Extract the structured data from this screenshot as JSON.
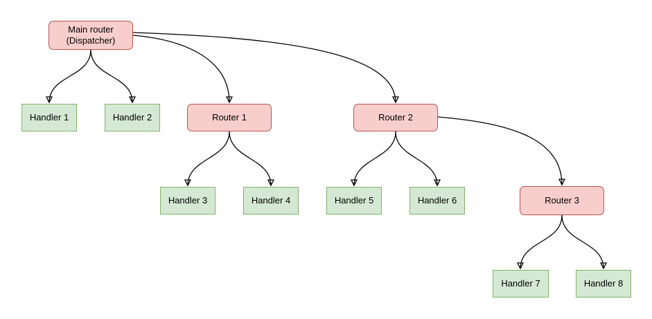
{
  "diagram": {
    "kind": "routing-tree",
    "background": "#ffffff",
    "colors": {
      "router_fill": "#f8cecc",
      "router_border": "#b85450",
      "handler_fill": "#d5e8d4",
      "handler_border": "#82b366",
      "edge": "#000000",
      "text": "#000000"
    },
    "nodes": {
      "main_router": {
        "label": "Main router\n(Dispatcher)",
        "type": "router"
      },
      "handler1": {
        "label": "Handler 1",
        "type": "handler"
      },
      "handler2": {
        "label": "Handler 2",
        "type": "handler"
      },
      "router1": {
        "label": "Router 1",
        "type": "router"
      },
      "router2": {
        "label": "Router 2",
        "type": "router"
      },
      "handler3": {
        "label": "Handler 3",
        "type": "handler"
      },
      "handler4": {
        "label": "Handler 4",
        "type": "handler"
      },
      "handler5": {
        "label": "Handler 5",
        "type": "handler"
      },
      "handler6": {
        "label": "Handler 6",
        "type": "handler"
      },
      "router3": {
        "label": "Router 3",
        "type": "router"
      },
      "handler7": {
        "label": "Handler 7",
        "type": "handler"
      },
      "handler8": {
        "label": "Handler 8",
        "type": "handler"
      }
    },
    "edges": [
      {
        "from": "main_router",
        "to": "handler1"
      },
      {
        "from": "main_router",
        "to": "handler2"
      },
      {
        "from": "main_router",
        "to": "router1"
      },
      {
        "from": "main_router",
        "to": "router2"
      },
      {
        "from": "router1",
        "to": "handler3"
      },
      {
        "from": "router1",
        "to": "handler4"
      },
      {
        "from": "router2",
        "to": "handler5"
      },
      {
        "from": "router2",
        "to": "handler6"
      },
      {
        "from": "router2",
        "to": "router3"
      },
      {
        "from": "router3",
        "to": "handler7"
      },
      {
        "from": "router3",
        "to": "handler8"
      }
    ]
  }
}
